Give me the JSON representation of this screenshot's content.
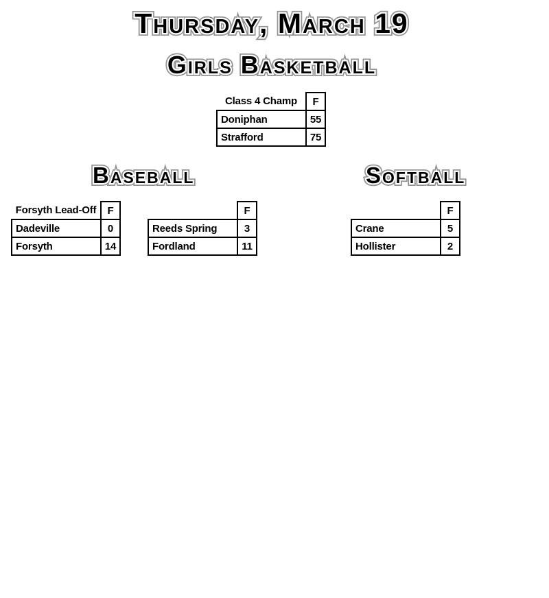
{
  "title": "Thursday, March 19",
  "style": {
    "heading_fill": "#000000",
    "heading_inner_outline": "#ffffff",
    "heading_outer_outline": "#949494",
    "table_border": "#000000",
    "background": "#ffffff"
  },
  "basketball": {
    "heading": "Girls Basketball",
    "table": {
      "title": "Class 4 Champ",
      "final_col": "F",
      "rows": [
        {
          "team": "Doniphan",
          "score": "55"
        },
        {
          "team": "Strafford",
          "score": "75"
        }
      ]
    }
  },
  "baseball": {
    "heading": "Baseball",
    "tables": [
      {
        "title": "Forsyth Lead-Off",
        "final_col": "F",
        "rows": [
          {
            "team": "Dadeville",
            "score": "0"
          },
          {
            "team": "Forsyth",
            "score": "14"
          }
        ]
      },
      {
        "title": "",
        "final_col": "F",
        "rows": [
          {
            "team": "Reeds Spring",
            "score": "3"
          },
          {
            "team": "Fordland",
            "score": "11"
          }
        ]
      }
    ]
  },
  "softball": {
    "heading": "Softball",
    "tables": [
      {
        "title": "",
        "final_col": "F",
        "rows": [
          {
            "team": "Crane",
            "score": "5"
          },
          {
            "team": "Hollister",
            "score": "2"
          }
        ]
      }
    ]
  }
}
